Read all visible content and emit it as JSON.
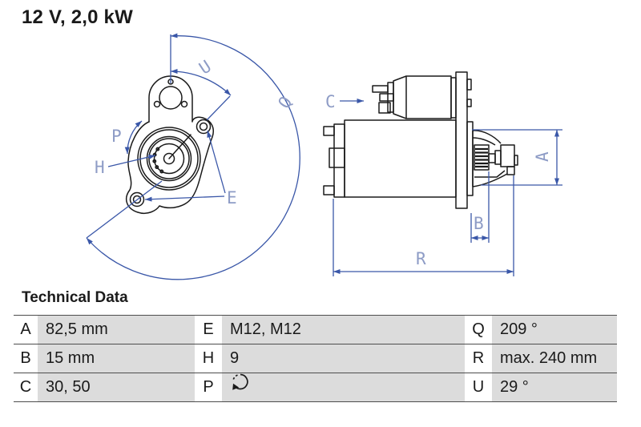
{
  "title": "12 V, 2,0 kW",
  "section_heading": "Technical Data",
  "drawing": {
    "description": "starter motor technical drawing, front view and side view",
    "outline_color": "#1a1a1a",
    "dimension_line_color": "#3a57a8",
    "dimension_label_color": "#8e9cc6",
    "labels": {
      "A": "A",
      "B": "B",
      "C": "C",
      "E": "E",
      "H": "H",
      "P": "P",
      "Q": "Q",
      "R": "R",
      "U": "U"
    }
  },
  "table": {
    "p_value_icon": "rotation-direction",
    "rows": [
      {
        "k1": "A",
        "v1": "82,5 mm",
        "k2": "E",
        "v2": "M12, M12",
        "k3": "Q",
        "v3": "209 °"
      },
      {
        "k1": "B",
        "v1": "15 mm",
        "k2": "H",
        "v2": "9",
        "k3": "R",
        "v3": "max. 240 mm"
      },
      {
        "k1": "C",
        "v1": "30, 50",
        "k2": "P",
        "v2": "",
        "k3": "U",
        "v3": "29 °"
      }
    ]
  }
}
